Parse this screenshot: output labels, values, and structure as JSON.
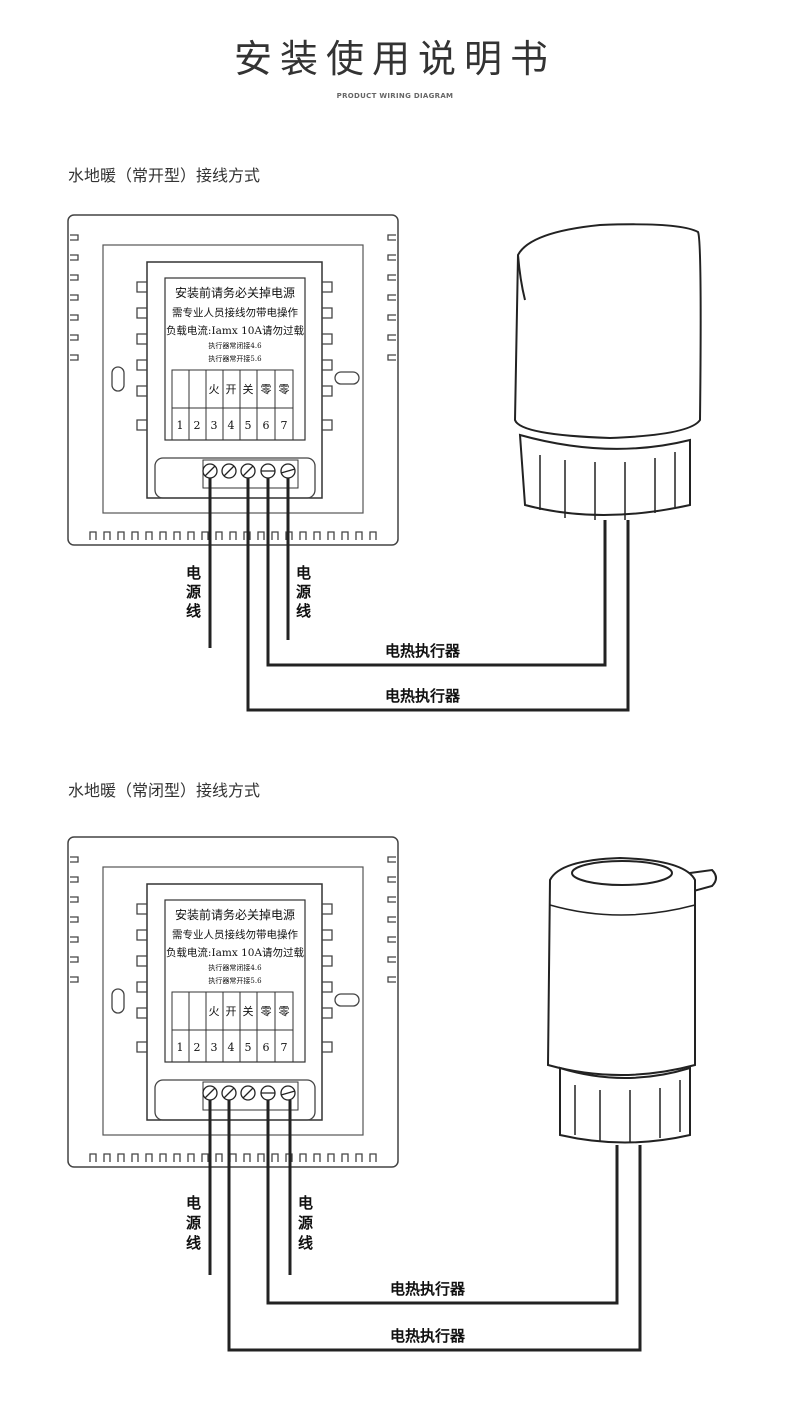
{
  "header": {
    "title": "安装使用说明书",
    "subtitle": "PRODUCT WIRING DIAGRAM"
  },
  "sections": [
    {
      "label": "水地暖（常开型）接线方式",
      "type": "normally-open"
    },
    {
      "label": "水地暖（常闭型）接线方式",
      "type": "normally-closed"
    }
  ],
  "panel": {
    "lines": [
      "安装前请务必关掉电源",
      "需专业人员接线勿带电操作",
      "负载电流:Iamx 10A请勿过载",
      "执行器常闭接4.6",
      "执行器常开接5.6"
    ],
    "terminal_labels": [
      "",
      "",
      "火",
      "开",
      "关",
      "零",
      "零"
    ],
    "terminal_numbers": [
      "1",
      "2",
      "3",
      "4",
      "5",
      "6",
      "7"
    ]
  },
  "wire_labels": {
    "power": [
      "电",
      "源",
      "线"
    ],
    "actuator": "电热执行器"
  }
}
